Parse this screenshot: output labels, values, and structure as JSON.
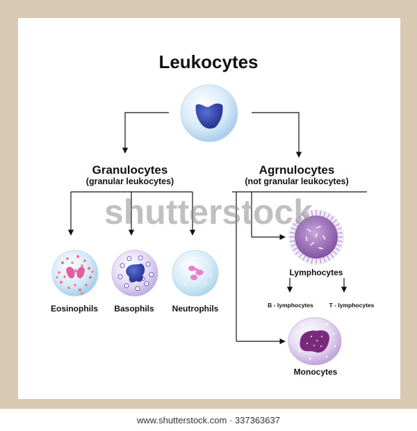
{
  "title": "Leukocytes",
  "granulocytes": {
    "title": "Granulocytes",
    "subtitle": "(granular leukocytes)"
  },
  "agranulocytes": {
    "title": "Agrnulocytes",
    "subtitle": "(not granular leukocytes)"
  },
  "cells": {
    "eosinophils": "Eosinophils",
    "basophils": "Basophils",
    "neutrophils": "Neutrophils",
    "lymphocytes": "Lymphocytes",
    "b_lymphocytes": "B - lymphocytes",
    "t_lymphocytes": "T - lymphocytes",
    "monocytes": "Monocytes"
  },
  "watermark": "shutterstock",
  "footer": "www.shutterstock.com · 337363637",
  "colors": {
    "frame": "#d9c8b2",
    "nucleus_blue": "#2f3fa0",
    "eosin_pink": "#e25ca0",
    "lymph_purple": "#8a5aa8"
  }
}
